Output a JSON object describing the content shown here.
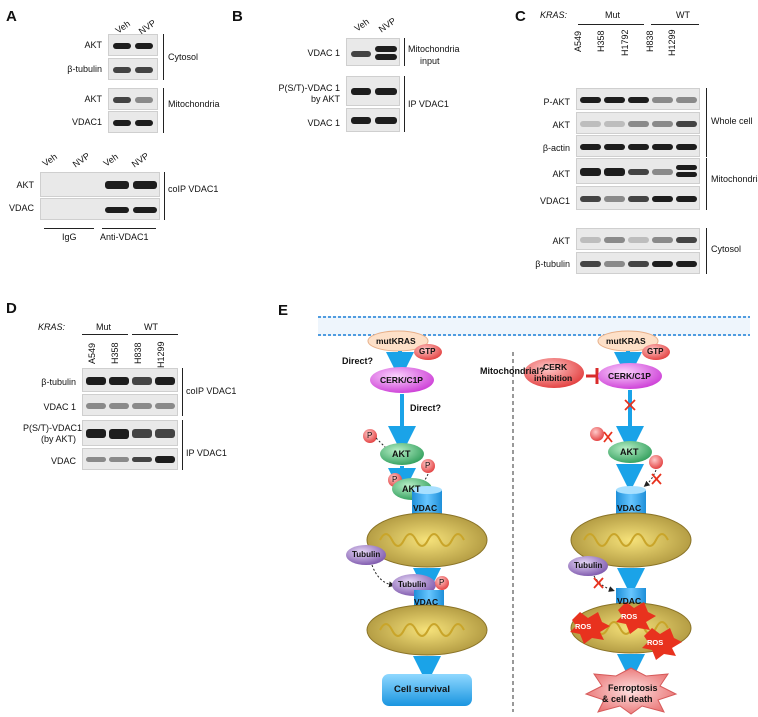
{
  "panels": {
    "A": {
      "letter": "A",
      "top_lanes": [
        "Veh",
        "NVP"
      ],
      "top_rows": [
        "AKT",
        "β-tubulin",
        "AKT",
        "VDAC1"
      ],
      "groups": [
        "Cytosol",
        "Mitochondria"
      ],
      "coip_lanes": [
        "Veh",
        "NVP",
        "Veh",
        "NVP"
      ],
      "coip_rows": [
        "AKT",
        "VDAC"
      ],
      "coip_label": "coIP VDAC1",
      "bottom_groups": [
        "IgG",
        "Anti-VDAC1"
      ]
    },
    "B": {
      "letter": "B",
      "lanes": [
        "Veh",
        "NVP"
      ],
      "rows": [
        "VDAC 1",
        "P(S/T)-VDAC 1",
        "by AKT",
        "VDAC 1"
      ],
      "groups": [
        "Mitochondria",
        "input",
        "IP VDAC1"
      ]
    },
    "C": {
      "letter": "C",
      "kras": "KRAS:",
      "mut": "Mut",
      "wt": "WT",
      "lanes": [
        "A549",
        "H358",
        "H1792",
        "H838",
        "H1299"
      ],
      "rows": [
        "P-AKT",
        "AKT",
        "β-actin",
        "AKT",
        "VDAC1",
        "AKT",
        "β-tubulin"
      ],
      "groups": [
        "Whole cell",
        "Mitochondria",
        "Cytosol"
      ]
    },
    "D": {
      "letter": "D",
      "kras": "KRAS:",
      "mut": "Mut",
      "wt": "WT",
      "lanes": [
        "A549",
        "H358",
        "H838",
        "H1299"
      ],
      "rows": [
        "β-tubulin",
        "VDAC 1",
        "P(S/T)-VDAC1",
        "(by AKT)",
        "VDAC"
      ],
      "groups": [
        "coIP VDAC1",
        "IP VDAC1"
      ]
    },
    "E": {
      "letter": "E",
      "left": {
        "mutkras": "mutKRAS",
        "gtp": "GTP",
        "direct1": "Direct?",
        "cerk": "CERK/C1P",
        "direct2": "Direct?",
        "p": "P",
        "akt": "AKT",
        "vdac": "VDAC",
        "tubulin": "Tubulin",
        "outcome": "Cell survival"
      },
      "mito_question": "Mitochondrial?",
      "right": {
        "mutkras": "mutKRAS",
        "gtp": "GTP",
        "inhibition_1": "CERK",
        "inhibition_2": "inhibition",
        "cerk": "CERK/C1P",
        "akt": "AKT",
        "vdac": "VDAC",
        "tubulin": "Tubulin",
        "ros": "ROS",
        "outcome_1": "Ferroptosis",
        "outcome_2": "& cell death"
      }
    }
  },
  "colors": {
    "arrow_blue": "#1aa3e8",
    "membrane_blue": "#1a7fd6",
    "akt_green": "#3fb36b",
    "p_red": "#e84a4a",
    "cerk_magenta": "#e054e6",
    "tubulin_purple": "#8a63b8",
    "mito_olive": "#a8903a",
    "ros_red": "#e8321e",
    "survival_blue": "#2aa8e8"
  }
}
